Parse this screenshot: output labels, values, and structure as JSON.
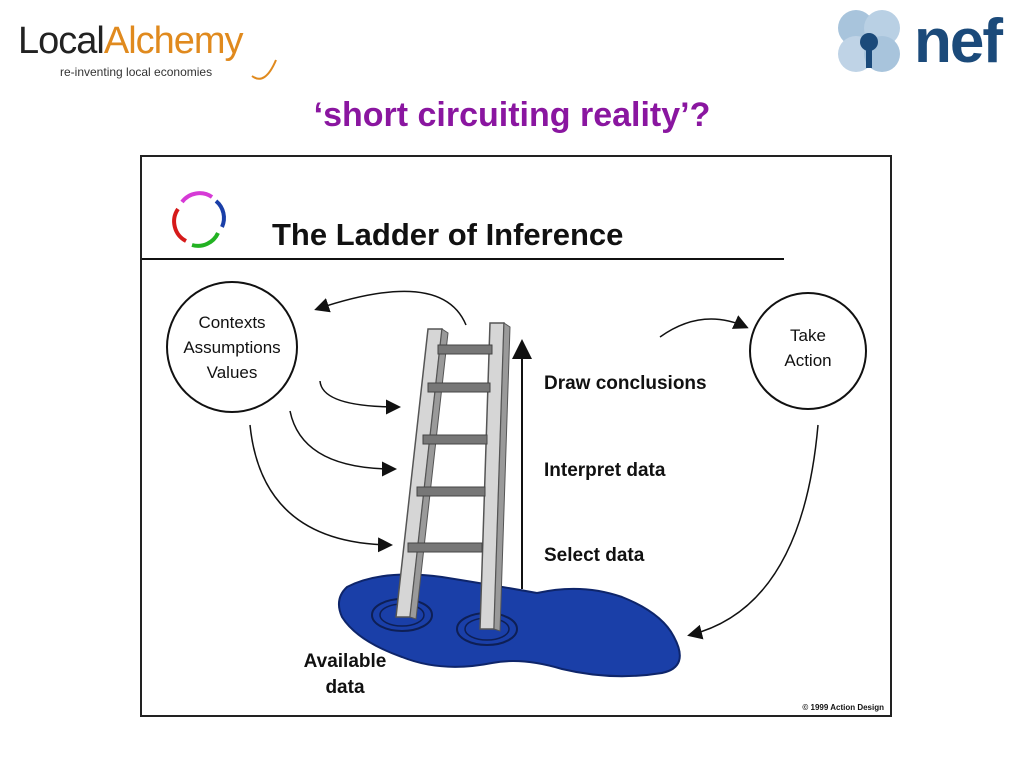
{
  "header": {
    "left_logo": {
      "text_local": "Local",
      "text_alchemy": "Alchemy",
      "tagline": "re-inventing local economies"
    },
    "right_logo": {
      "text": "nef",
      "color": "#1b4a7a"
    },
    "slide_title": "‘short circuiting reality’?"
  },
  "diagram": {
    "title": "The Ladder of Inference",
    "left_circle": [
      "Contexts",
      "Assumptions",
      "Values"
    ],
    "right_circle": [
      "Take",
      "Action"
    ],
    "rungs": {
      "top": "Draw conclusions",
      "middle": "Interpret data",
      "bottom": "Select data"
    },
    "base_label": [
      "Available",
      "data"
    ],
    "copyright": "© 1999 Action Design",
    "colors": {
      "puddle": "#1a3fa8",
      "title_color": "#8a16a0",
      "ladder": "#c8c8c8"
    }
  }
}
